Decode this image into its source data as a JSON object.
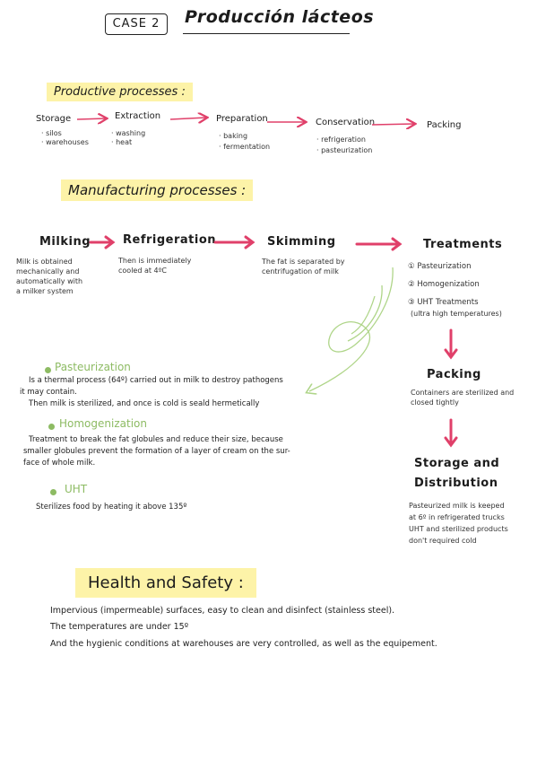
{
  "header": {
    "case_label": "CASE 2",
    "title": "Producción lácteos"
  },
  "productive": {
    "heading": "Productive processes :",
    "steps": [
      {
        "name": "Storage",
        "items": [
          "· silos",
          "· warehouses"
        ]
      },
      {
        "name": "Extraction",
        "items": [
          "· washing",
          "· heat"
        ]
      },
      {
        "name": "Preparation",
        "items": [
          "· baking",
          "· fermentation"
        ]
      },
      {
        "name": "Conservation",
        "items": [
          "· refrigeration",
          "· pasteurization"
        ]
      },
      {
        "name": "Packing",
        "items": []
      }
    ]
  },
  "manufacturing": {
    "heading": "Manufacturing processes :",
    "steps": [
      {
        "name": "Milking",
        "desc": [
          "Milk is obtained",
          "mechanically and",
          "automatically with",
          "a milker system"
        ]
      },
      {
        "name": "Refrigeration",
        "desc": [
          "Then is immediately",
          "cooled at 4ºC"
        ]
      },
      {
        "name": "Skimming",
        "desc": [
          "The fat is separated by",
          "centrifugation of milk"
        ]
      },
      {
        "name": "Treatments",
        "items": [
          "① Pasteurization",
          "② Homogenization",
          "③ UHT Treatments",
          "(ultra high temperatures)"
        ]
      }
    ],
    "packing": {
      "name": "Packing",
      "desc": [
        "Containers are sterilized and",
        "closed tightly"
      ]
    },
    "storage": {
      "name": "Storage and",
      "name2": "Distribution",
      "desc": [
        "Pasteurized milk is keeped",
        "at 6º in refrigerated trucks",
        "UHT and sterilized products",
        "don't required cold"
      ]
    }
  },
  "treatment_details": {
    "pasteurization": {
      "heading": "Pasteurization",
      "lines": [
        "Is a thermal process (64º) carried out in milk to destroy pathogens",
        "it may contain.",
        "Then milk is sterilized, and once is cold is seald hermetically"
      ]
    },
    "homogenization": {
      "heading": "Homogenization",
      "lines": [
        "Treatment to break the fat globules and reduce their size, because",
        "smaller globules prevent the formation of a layer of cream on the sur-",
        "face of whole milk."
      ]
    },
    "uht": {
      "heading": "UHT",
      "lines": [
        "Sterilizes food by heating it above 135º"
      ]
    }
  },
  "health": {
    "heading": "Health and Safety :",
    "lines": [
      "Impervious (impermeable) surfaces, easy to clean and disinfect (stainless steel).",
      "The temperatures are under 15º",
      "And the hygienic conditions at warehouses are very controlled, as well as the equipement."
    ]
  },
  "colors": {
    "arrow": "#e0406a",
    "green": "#8dbb63",
    "highlight": "#fdf3a8"
  }
}
